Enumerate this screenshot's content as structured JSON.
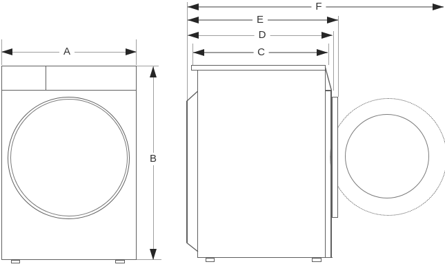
{
  "diagram_title": "washing-machine-dimension-diagram",
  "dims": {
    "a": "A",
    "b": "B",
    "c": "C",
    "d": "D",
    "e": "E",
    "f": "F"
  },
  "colors": {
    "background": "#ffffff",
    "outline": "#5f5f5f",
    "dim_line": "#9e9e9e",
    "arrow": "#262626",
    "label_text": "#333333",
    "door_ring": "#7a7a7a",
    "swing_dash": "#4a4a4a"
  }
}
